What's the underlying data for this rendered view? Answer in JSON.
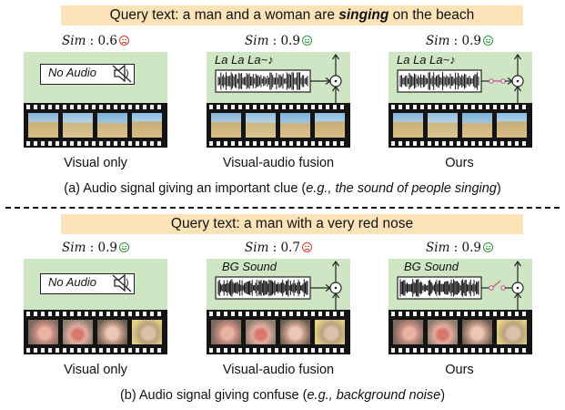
{
  "colors": {
    "query_bg": "#fce4b8",
    "panel_bg": "#cfe6c4",
    "happy": "#2c9c3c",
    "sad": "#d83b2e",
    "switch_open": "#c05a8a"
  },
  "sections": [
    {
      "query_prefix": "Query text: a man and a woman are ",
      "query_emph": "singing",
      "query_suffix": " on the beach",
      "caption_prefix": "(a) Audio signal giving an important clue (",
      "caption_italic": "e.g., the sound of people singing",
      "caption_suffix": ")",
      "panels": [
        {
          "sim_label": "Sim",
          "sim_sep": " : ",
          "sim_value": "0.6",
          "face": "sad",
          "audio_text": "No Audio",
          "audio_icon": "muted-speaker-icon",
          "method": "Visual only"
        },
        {
          "sim_label": "Sim",
          "sim_sep": " : ",
          "sim_value": "0.9",
          "face": "happy",
          "audio_text": "La La La~♪",
          "audio_icon": "audio-waveform",
          "method": "Visual-audio fusion"
        },
        {
          "sim_label": "Sim",
          "sim_sep": " : ",
          "sim_value": "0.9",
          "face": "happy",
          "audio_text": "La La La~♪",
          "audio_icon": "audio-waveform",
          "switch": "closed",
          "method": "Ours"
        }
      ]
    },
    {
      "query_prefix": "Query text: a man with a very red nose",
      "query_emph": "",
      "query_suffix": "",
      "caption_prefix": "(b) Audio signal giving confuse (",
      "caption_italic": "e.g., background noise",
      "caption_suffix": ")",
      "panels": [
        {
          "sim_label": "Sim",
          "sim_sep": " : ",
          "sim_value": "0.9",
          "face": "happy",
          "audio_text": "No Audio",
          "audio_icon": "muted-speaker-icon",
          "method": "Visual only"
        },
        {
          "sim_label": "Sim",
          "sim_sep": " : ",
          "sim_value": "0.7",
          "face": "sad",
          "audio_text": "BG Sound",
          "audio_icon": "audio-waveform",
          "method": "Visual-audio fusion"
        },
        {
          "sim_label": "Sim",
          "sim_sep": " : ",
          "sim_value": "0.9",
          "face": "happy",
          "audio_text": "BG Sound",
          "audio_icon": "audio-waveform",
          "switch": "open",
          "method": "Ours"
        }
      ]
    }
  ]
}
